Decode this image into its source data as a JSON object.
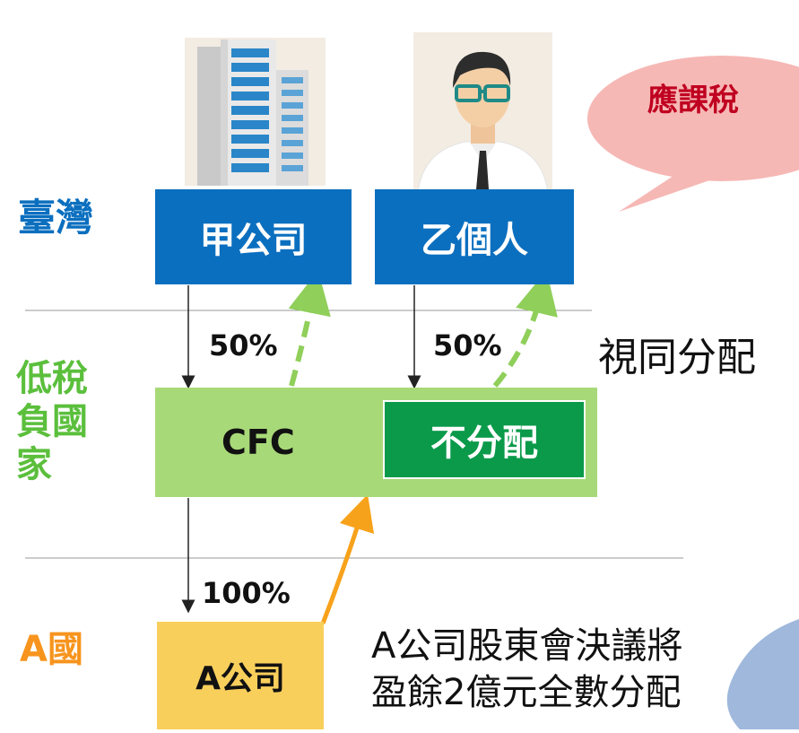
{
  "colors": {
    "taiwan_blue": "#0b6fbf",
    "low_tax_green": "#5bbf3c",
    "cfc_box_green": "#a8d978",
    "no_distribute_green": "#0a9a4a",
    "a_country_orange": "#f7941d",
    "a_company_yellow": "#f9cf5c",
    "bubble_pink": "#f6b8b5",
    "tax_red": "#c00020",
    "dashed_arrow_green": "#8fcf5a",
    "solid_arrow_orange": "#f7a21b"
  },
  "regions": {
    "taiwan": "臺灣",
    "low_tax_line1": "低稅",
    "low_tax_line2": "負國",
    "low_tax_line3": "家",
    "a_country_prefix": "A",
    "a_country_suffix": "國"
  },
  "boxes": {
    "company_jia": "甲公司",
    "individual_yi": "乙個人",
    "cfc": "CFC",
    "no_distribution": "不分配",
    "company_a": "A公司"
  },
  "percentages": {
    "jia_to_cfc": "50%",
    "yi_to_cfc": "50%",
    "cfc_to_a": "100%"
  },
  "annotations": {
    "should_tax": "應課稅",
    "deemed_distribution": "視同分配",
    "resolution_line1": "A公司股東會決議將",
    "resolution_line2": "盈餘2億元全數分配"
  },
  "icons": [
    "office-building-icon",
    "businessman-icon"
  ]
}
